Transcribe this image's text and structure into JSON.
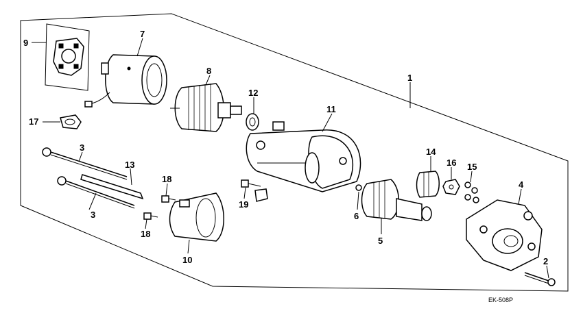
{
  "callouts": {
    "p1": "1",
    "p2": "2",
    "p3a": "3",
    "p3b": "3",
    "p4": "4",
    "p5": "5",
    "p6": "6",
    "p7": "7",
    "p8": "8",
    "p9": "9",
    "p10": "10",
    "p11": "11",
    "p12": "12",
    "p13": "13",
    "p14": "14",
    "p15": "15",
    "p16": "16",
    "p17": "17",
    "p18a": "18",
    "p18b": "18",
    "p19": "19"
  },
  "reference_code": "EK-508P"
}
